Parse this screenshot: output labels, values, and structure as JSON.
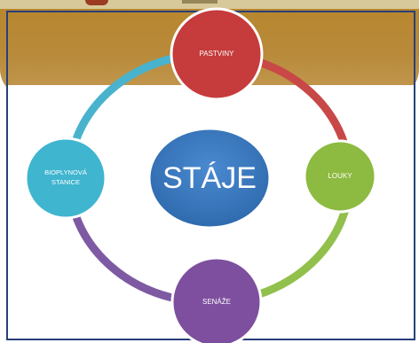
{
  "center": {
    "label": "STÁJE",
    "color": "#3a78c0"
  },
  "nodes": [
    {
      "key": "top",
      "label": "PASTVINY",
      "lines": [
        "PASTVINY"
      ],
      "color": "#c63b3b"
    },
    {
      "key": "right",
      "label": "LOUKY",
      "lines": [
        "LOUKY"
      ],
      "color": "#8dba41"
    },
    {
      "key": "bottom",
      "label": "SENÁŽE",
      "lines": [
        "SENÁŽE"
      ],
      "color": "#7d4f9e"
    },
    {
      "key": "left",
      "label": "BIOPLYNOVÁ STANICE",
      "lines": [
        "BIOPLYNOVÁ",
        "STANICE"
      ],
      "color": "#3fb5cf"
    }
  ],
  "arcs": [
    {
      "from": "top",
      "to": "right",
      "color": "#c84848"
    },
    {
      "from": "right",
      "to": "bottom",
      "color": "#92c04c"
    },
    {
      "from": "bottom",
      "to": "left",
      "color": "#7e5aa3"
    },
    {
      "from": "left",
      "to": "top",
      "color": "#49b3cd"
    }
  ]
}
